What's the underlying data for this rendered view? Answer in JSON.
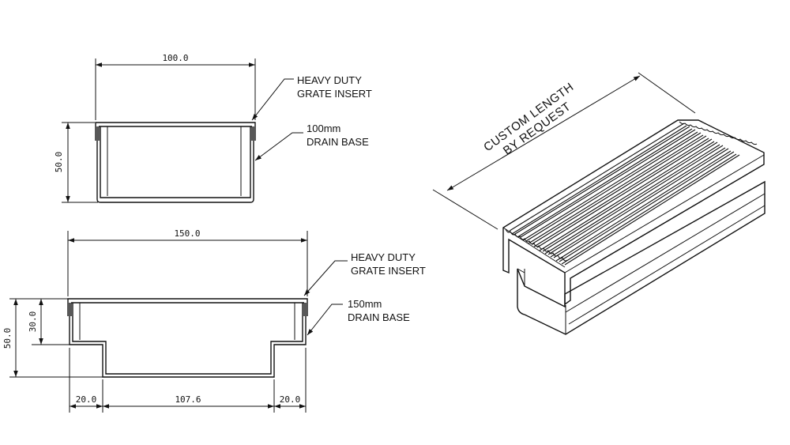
{
  "top_view": {
    "width_dim": "100.0",
    "height_dim": "50.0",
    "callout_grate_line1": "HEAVY DUTY",
    "callout_grate_line2": "GRATE INSERT",
    "callout_base_line1": "100mm",
    "callout_base_line2": "DRAIN BASE"
  },
  "bottom_view": {
    "width_dim": "150.0",
    "total_height_dim": "50.0",
    "upper_height_dim": "30.0",
    "left_step_dim": "20.0",
    "center_dim": "107.6",
    "right_step_dim": "20.0",
    "callout_grate_line1": "HEAVY DUTY",
    "callout_grate_line2": "GRATE INSERT",
    "callout_base_line1": "150mm",
    "callout_base_line2": "DRAIN BASE"
  },
  "iso_view": {
    "length_line1": "CUSTOM LENGTH",
    "length_line2": "BY REQUEST"
  }
}
